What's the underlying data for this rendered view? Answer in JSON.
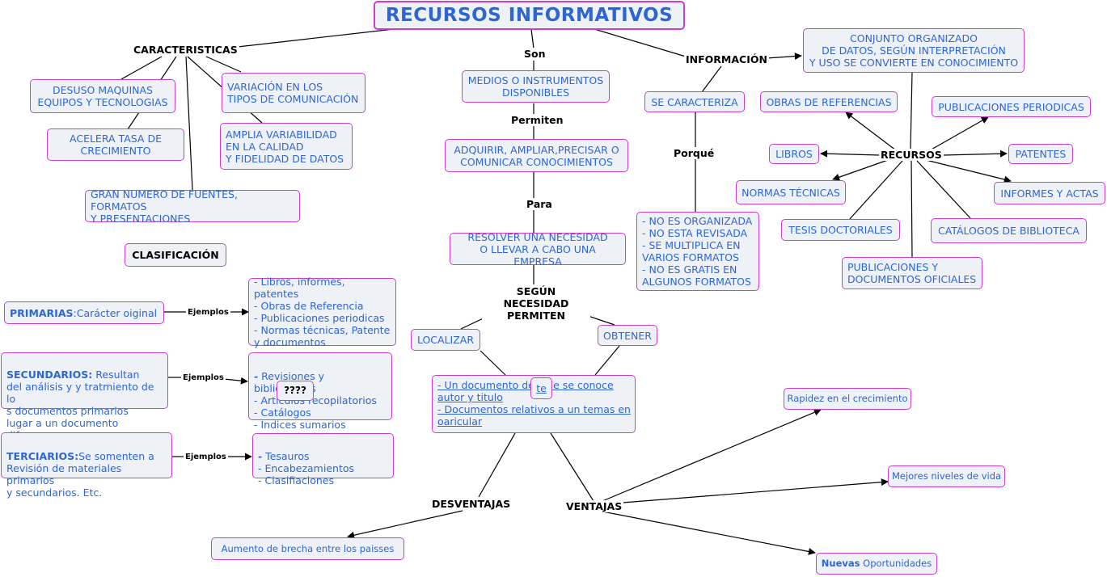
{
  "title": "RECURSOS INFORMATIVOS",
  "branches": {
    "caracteristicas": {
      "label": "CARACTERISTICAS",
      "items": [
        "DESUSO MAQUINAS\nEQUIPOS Y TECNOLOGIAS",
        "ACELERA TASA DE\nCRECIMIENTO",
        "VARIACIÓN EN LOS\nTIPOS DE COMUNICACIÓN",
        "AMPLIA VARIABILIDAD\nEN LA CALIDAD\nY FIDELIDAD DE DATOS",
        "GRAN NUMERO DE FUENTES, FORMATOS\nY PRESENTACIONES"
      ]
    },
    "son": {
      "label": "Son",
      "medios": "MEDIOS O INSTRUMENTOS\nDISPONIBLES",
      "permiten_label": "Permiten",
      "adquirir": "ADQUIRIR, AMPLIAR,PRECISAR O\nCOMUNICAR CONOCIMIENTOS",
      "para_label": "Para",
      "resolver": "RESOLVER UNA NECESIDAD\nO LLEVAR A CABO UNA EMPRESA",
      "segun_label": "SEGÚN NECESIDAD\nPERMITEN",
      "localizar": "LOCALIZAR",
      "obtener": "OBTENER",
      "documentos": {
        "line1": "- Un documento del que se conoce",
        "line2": "autor y titulo",
        "line3": "- Documentos relativos a un temas en",
        "line4": "oaricular",
        "overlay": "te"
      },
      "desventajas": {
        "label": "DESVENTAJAS",
        "items": [
          "Aumento de brecha entre los paisses"
        ]
      },
      "ventajas": {
        "label": "VENTAJAS",
        "items": [
          "Rapidez en el crecimiento",
          "Mejores niveles de vida"
        ],
        "nuevas_bold": "Nuevas",
        "nuevas_rest": " Oportunidades"
      }
    },
    "informacion": {
      "label": "INFORMACIÓN",
      "definition": "CONJUNTO ORGANIZADO\nDE DATOS, SEGÚN INTERPRETACIÓN\nY USO SE CONVIERTE EN CONOCIMIENTO",
      "se_caracteriza": "SE CARACTERIZA",
      "porque_label": "Porqué",
      "porque_items": "- NO ES ORGANIZADA\n- NO ESTA REVISADA\n- SE MULTIPLICA EN\nVARIOS FORMATOS\n- NO ES GRATIS EN\nALGUNOS FORMATOS",
      "recursos": {
        "label": "RECURSOS",
        "items": {
          "obras": "OBRAS DE REFERENCIAS",
          "publicaciones_periodicas": "PUBLICACIONES PERIODICAS",
          "libros": "LIBROS",
          "patentes": "PATENTES",
          "normas": "NORMAS TÉCNICAS",
          "informes": "INFORMES Y ACTAS",
          "tesis": "TESIS DOCTORIALES",
          "catalogos": "CATÁLOGOS DE BIBLIOTECA",
          "oficiales": "PUBLICACIONES Y\nDOCUMENTOS OFICIALES"
        }
      }
    }
  },
  "clasificacion": {
    "label": "CLASIFICACIÓN",
    "ejemplos_label": "Ejemplos",
    "primarias": {
      "name": "PRIMARIAS",
      "desc": ":Carácter oiginal",
      "examples": "- Libros, informes, patentes\n- Obras de Referencia\n- Publicaciones periodicas\n- Normas técnicas, Patente\ny documentos"
    },
    "secundarios": {
      "name": "SECUNDARIOS:",
      "desc": " Resultan\ndel análisis y y tratmiento de lo\ns documentos primarios\nlugar a un documento diferene.",
      "ex_dash": "-",
      "examples": " Revisiones y bibliografías\n- Artículos recopilatorios\n- Catálogos\n- Indices sumarios\n- Bases de dato",
      "ex_tail": "s",
      "overlay": "????"
    },
    "terciarios": {
      "name": "TERCIARIOS:",
      "desc": "Se somenten a\nRevisión de materiales primarios\ny secundarios. Etc.",
      "ex_dash": "-",
      "examples": " Tesauros\n- Encabezamientos\n- Clasifiaciones"
    }
  }
}
